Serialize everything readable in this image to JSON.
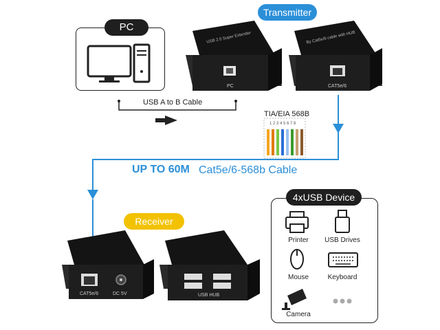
{
  "labels": {
    "pc": "PC",
    "transmitter": "Transmitter",
    "receiver": "Receiver",
    "usb_device_title": "4xUSB Device",
    "usb_cable": "USB A to B Cable",
    "tia": "TIA/EIA 568B",
    "pin_numbers": "1 2 3 4 5 6 7 8",
    "up_to": "UP TO 60M",
    "cable_type": "Cat5e/6-568b Cable",
    "port_pc": "PC",
    "port_cat_tx": "CAT5e/6",
    "port_cat_rx": "CAT5e/6",
    "port_dc": "DC 5V",
    "port_usb_hub": "USB HUB",
    "device_top_text": "USB 2.0 Super Extender",
    "device_top_sub": "By Cat5e/6 cable with HUB"
  },
  "devices": [
    {
      "name": "Printer",
      "icon": "printer-icon"
    },
    {
      "name": "USB Drives",
      "icon": "usb-drive-icon"
    },
    {
      "name": "Mouse",
      "icon": "mouse-icon"
    },
    {
      "name": "Keyboard",
      "icon": "keyboard-icon"
    },
    {
      "name": "Camera",
      "icon": "camera-icon"
    },
    {
      "name": "",
      "icon": "more-dots-icon"
    }
  ],
  "colors": {
    "accent_blue": "#2b8fd8",
    "receiver_yellow": "#f2c200",
    "dark": "#1f1f1f"
  }
}
